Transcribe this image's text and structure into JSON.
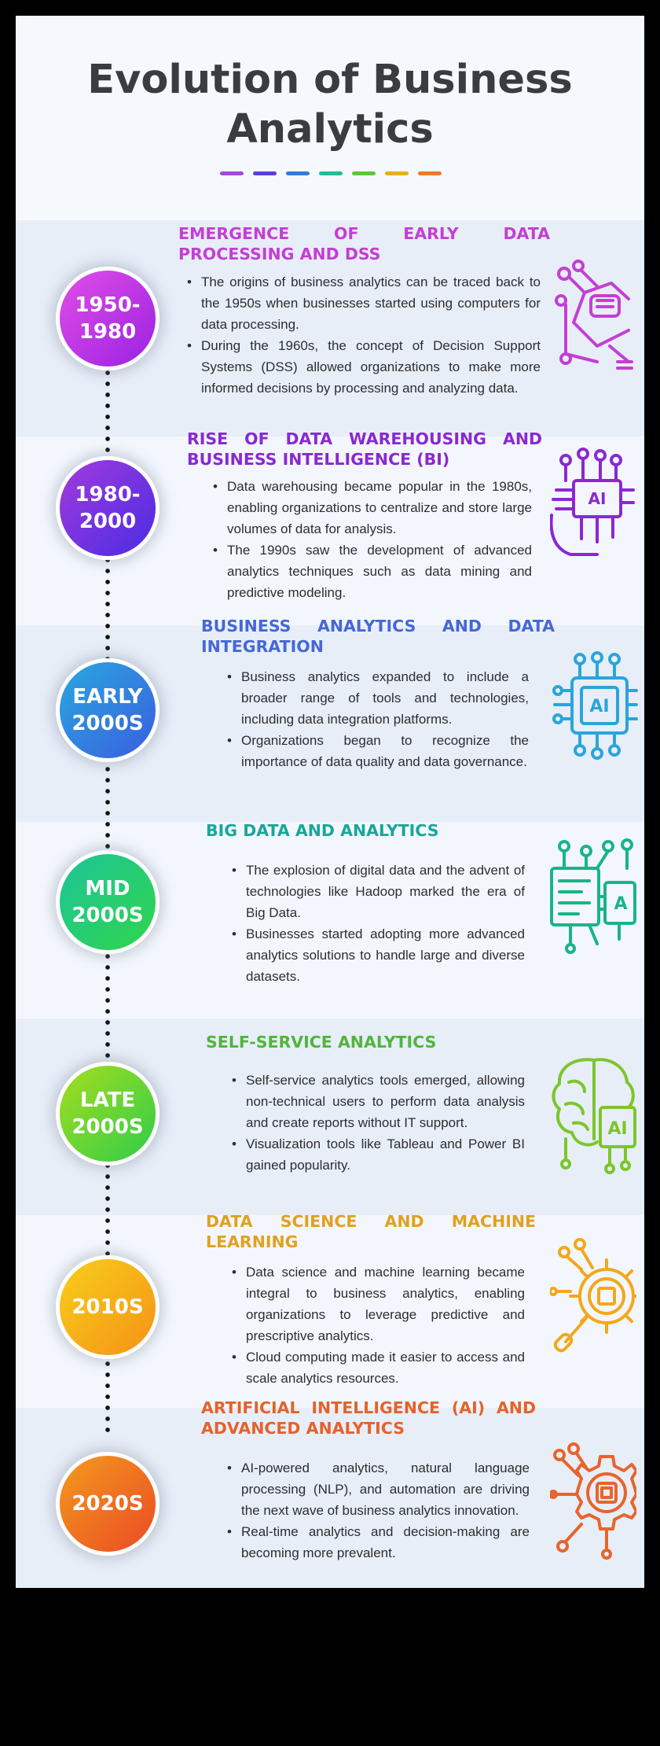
{
  "header": {
    "title": "Evolution of Business Analytics",
    "accent_colors": [
      "#a24bd9",
      "#5a3ee0",
      "#3978dc",
      "#1fbf9a",
      "#5fc63a",
      "#e3b21c",
      "#ee7a24"
    ]
  },
  "milestones": [
    {
      "era": "1950-\n1980",
      "title": "EMERGENCE OF EARLY DATA PROCESSING AND DSS",
      "color": "#c43ed6",
      "disc_gradient": [
        "#e14ee6",
        "#9a22e2"
      ],
      "icon": "robot-hand-circuit-icon",
      "points": [
        "The origins of business analytics can be traced back to the 1950s when businesses started using computers for data processing.",
        "During the 1960s, the concept of Decision Support Systems (DSS) allowed organizations to make more informed decisions by processing and analyzing data."
      ]
    },
    {
      "era": "1980-\n2000",
      "title": "RISE OF DATA WAREHOUSING AND BUSINESS INTELLIGENCE (BI)",
      "color": "#8a28d2",
      "disc_gradient": [
        "#a13bdc",
        "#4a2ce3"
      ],
      "icon": "ai-brain-circuit-icon",
      "points": [
        "Data warehousing became popular in the 1980s, enabling organizations to centralize and store large volumes of data for analysis.",
        "The 1990s saw the development of advanced analytics techniques such as data mining and predictive modeling."
      ]
    },
    {
      "era": "EARLY\n2000S",
      "title": "BUSINESS ANALYTICS AND DATA INTEGRATION",
      "color": "#4667d6",
      "disc_gradient": [
        "#2aa8de",
        "#3a5ee0"
      ],
      "icon": "ai-chip-icon",
      "points": [
        "Business analytics expanded to include a broader range of tools and technologies, including data integration platforms.",
        "Organizations began to recognize the importance of data quality and data governance."
      ]
    },
    {
      "era": "MID\n2000S",
      "title": "BIG DATA AND ANALYTICS",
      "color": "#17a79a",
      "disc_gradient": [
        "#1dc59a",
        "#2fd54a"
      ],
      "icon": "ai-circuit-board-icon",
      "points": [
        "The explosion of digital data and the advent of technologies like Hadoop marked the era of Big Data.",
        "Businesses started adopting more advanced analytics solutions to handle large and diverse datasets."
      ]
    },
    {
      "era": "LATE\n2000S",
      "title": "SELF-SERVICE ANALYTICS",
      "color": "#52b43c",
      "disc_gradient": [
        "#a6dd1e",
        "#2fcd4a"
      ],
      "icon": "ai-brain-icon",
      "points": [
        "Self-service analytics tools emerged, allowing non-technical users to perform data analysis and create reports without IT support.",
        "Visualization tools like Tableau and Power BI gained popularity."
      ]
    },
    {
      "era": "2010S",
      "title": "DATA SCIENCE AND MACHINE LEARNING",
      "color": "#e1a11f",
      "disc_gradient": [
        "#f8ce1a",
        "#f59218"
      ],
      "icon": "gear-magnifier-icon",
      "points": [
        "Data science and machine learning became integral to business analytics, enabling organizations to leverage predictive and prescriptive analytics.",
        "Cloud computing made it easier to access and scale analytics resources."
      ]
    },
    {
      "era": "2020S",
      "title": "ARTIFICIAL INTELLIGENCE (AI) AND ADVANCED ANALYTICS",
      "color": "#e5622a",
      "disc_gradient": [
        "#f49a1d",
        "#ea4b25"
      ],
      "icon": "gear-chip-icon",
      "points": [
        "AI-powered analytics, natural language processing (NLP), and automation are driving the next wave of business analytics innovation.",
        "Real-time analytics and decision-making are becoming more prevalent."
      ]
    }
  ]
}
